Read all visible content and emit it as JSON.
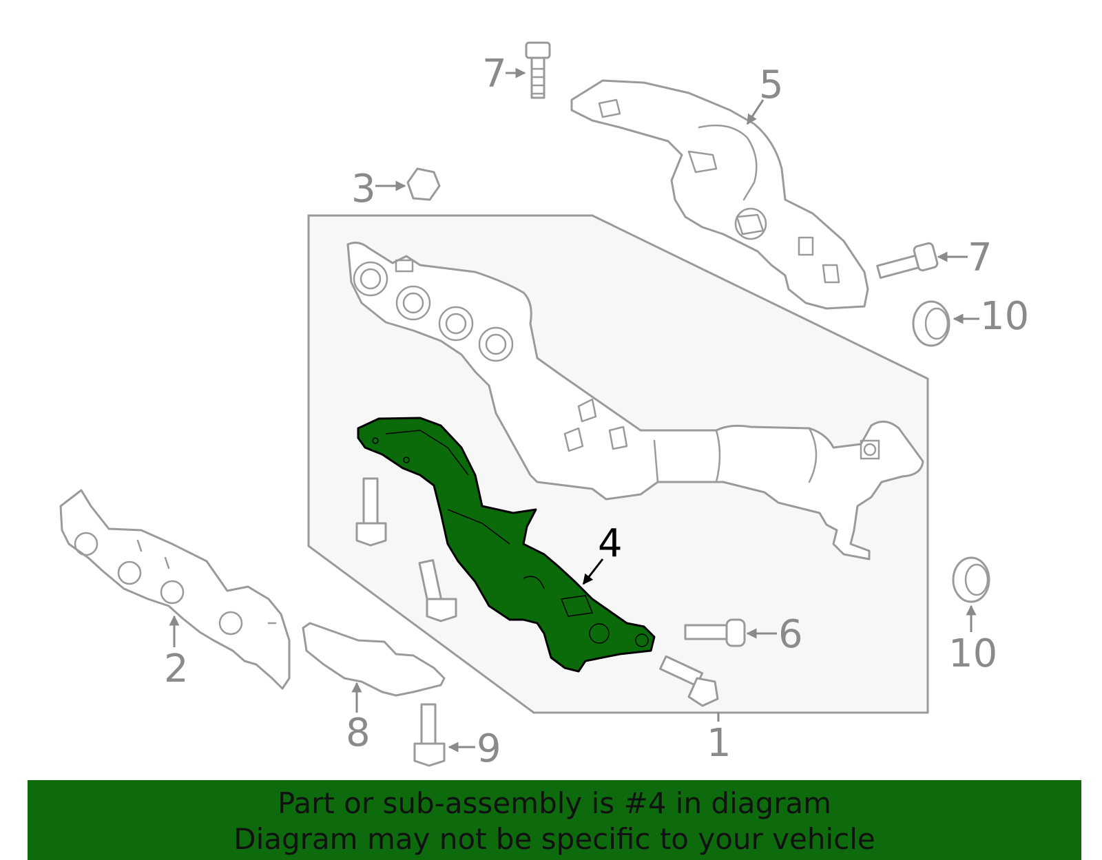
{
  "diagram": {
    "callouts": [
      {
        "id": "c1",
        "label": "1"
      },
      {
        "id": "c2",
        "label": "2"
      },
      {
        "id": "c3",
        "label": "3"
      },
      {
        "id": "c4",
        "label": "4"
      },
      {
        "id": "c5",
        "label": "5"
      },
      {
        "id": "c6",
        "label": "6"
      },
      {
        "id": "c7a",
        "label": "7"
      },
      {
        "id": "c7b",
        "label": "7"
      },
      {
        "id": "c8",
        "label": "8"
      },
      {
        "id": "c9",
        "label": "9"
      },
      {
        "id": "c10a",
        "label": "10"
      },
      {
        "id": "c10b",
        "label": "10"
      }
    ],
    "highlight_color": "#0b6b0b",
    "line_color": "#9a9a9a",
    "panel_fill": "#f7f7f7"
  },
  "banner": {
    "line1": "Part or sub-assembly is #4 in diagram",
    "line2": "Diagram may not be specific to your vehicle",
    "background": "#0d6b0d"
  }
}
